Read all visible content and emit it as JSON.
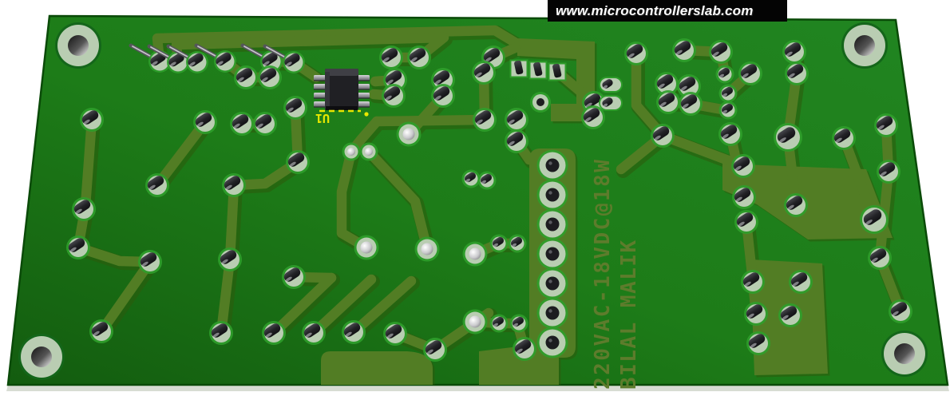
{
  "watermark": {
    "text": "www.microcontrollerslab.com"
  },
  "board": {
    "ic_designator": "U1",
    "label_line1": "220VAC-18VDC@18W",
    "label_line2": "BILAL MALIK",
    "colors": {
      "substrate_dark": "#135c0f",
      "substrate": "#1d7c18",
      "substrate_bright": "#218521",
      "copper": "#527d24",
      "copper_shadow": "#2e5a0c",
      "pad": "#b9cdb2",
      "pad_halo": "#2f9e2b",
      "pin_dark": "#26262a",
      "silkscreen": "#e8e800",
      "label_text": "#5d7c2c",
      "board_edge_strip": "#d7dcd3",
      "watermark_bg": "#040404",
      "watermark_text": "#ffffff"
    }
  }
}
